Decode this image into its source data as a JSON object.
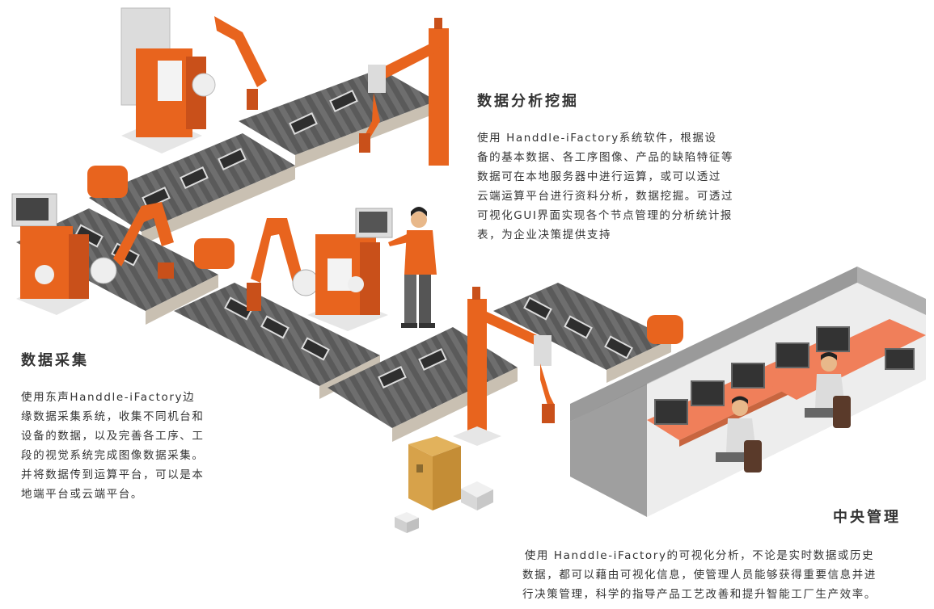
{
  "sections": {
    "analysis": {
      "title": "数据分析挖掘",
      "lines": [
        "使用 Handdle-iFactory系统软件，根据设",
        "备的基本数据、各工序图像、产品的缺陷特征等",
        "数据可在本地服务器中进行运算，或可以透过",
        "云端运算平台进行资料分析，数据挖掘。可透过",
        "可视化GUI界面实现各个节点管理的分析统计报",
        "表，为企业决策提供支持"
      ]
    },
    "collect": {
      "title": "数据采集",
      "lines": [
        "使用东声Handdle-iFactory边",
        "缘数据采集系统，收集不同机台和",
        "设备的数据，以及完善各工序、工",
        "段的视觉系统完成图像数据采集。",
        "并将数据传到运算平台，可以是本",
        "地端平台或云端平台。"
      ]
    },
    "central": {
      "title": "中央管理",
      "lines": [
        "使用 Handdle-iFactory的可视化分析，不论是实时数据或历史",
        "数据，都可以藉由可视化信息，使管理人员能够获得重要信息并进",
        "行决策管理，科学的指导产品工艺改善和提升智能工厂生产效率。"
      ]
    }
  },
  "colors": {
    "robot_orange": "#e8641e",
    "robot_dark_orange": "#c9501a",
    "belt_dark": "#5b5b5b",
    "belt_light": "#8a8a8a",
    "belt_side": "#c9c0b2",
    "tray": "#dcdcdc",
    "desk": "#f07f5a",
    "room_wall": "#9a9a9a",
    "box": "#d7a24a"
  }
}
